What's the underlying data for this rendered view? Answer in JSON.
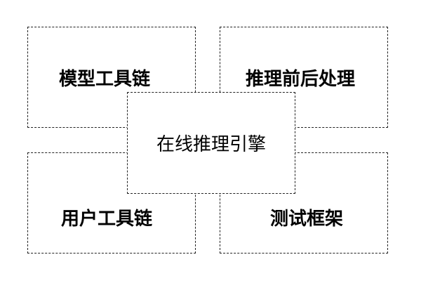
{
  "diagram": {
    "nodes": {
      "top_left": {
        "label": "模型工具链"
      },
      "top_right": {
        "label": "推理前后处理"
      },
      "bottom_left": {
        "label": "用户工具链"
      },
      "bottom_right": {
        "label": "测试框架"
      },
      "center": {
        "label": "在线推理引擎"
      }
    },
    "colors": {
      "border": "#222222",
      "background": "#ffffff",
      "text": "#000000"
    }
  }
}
